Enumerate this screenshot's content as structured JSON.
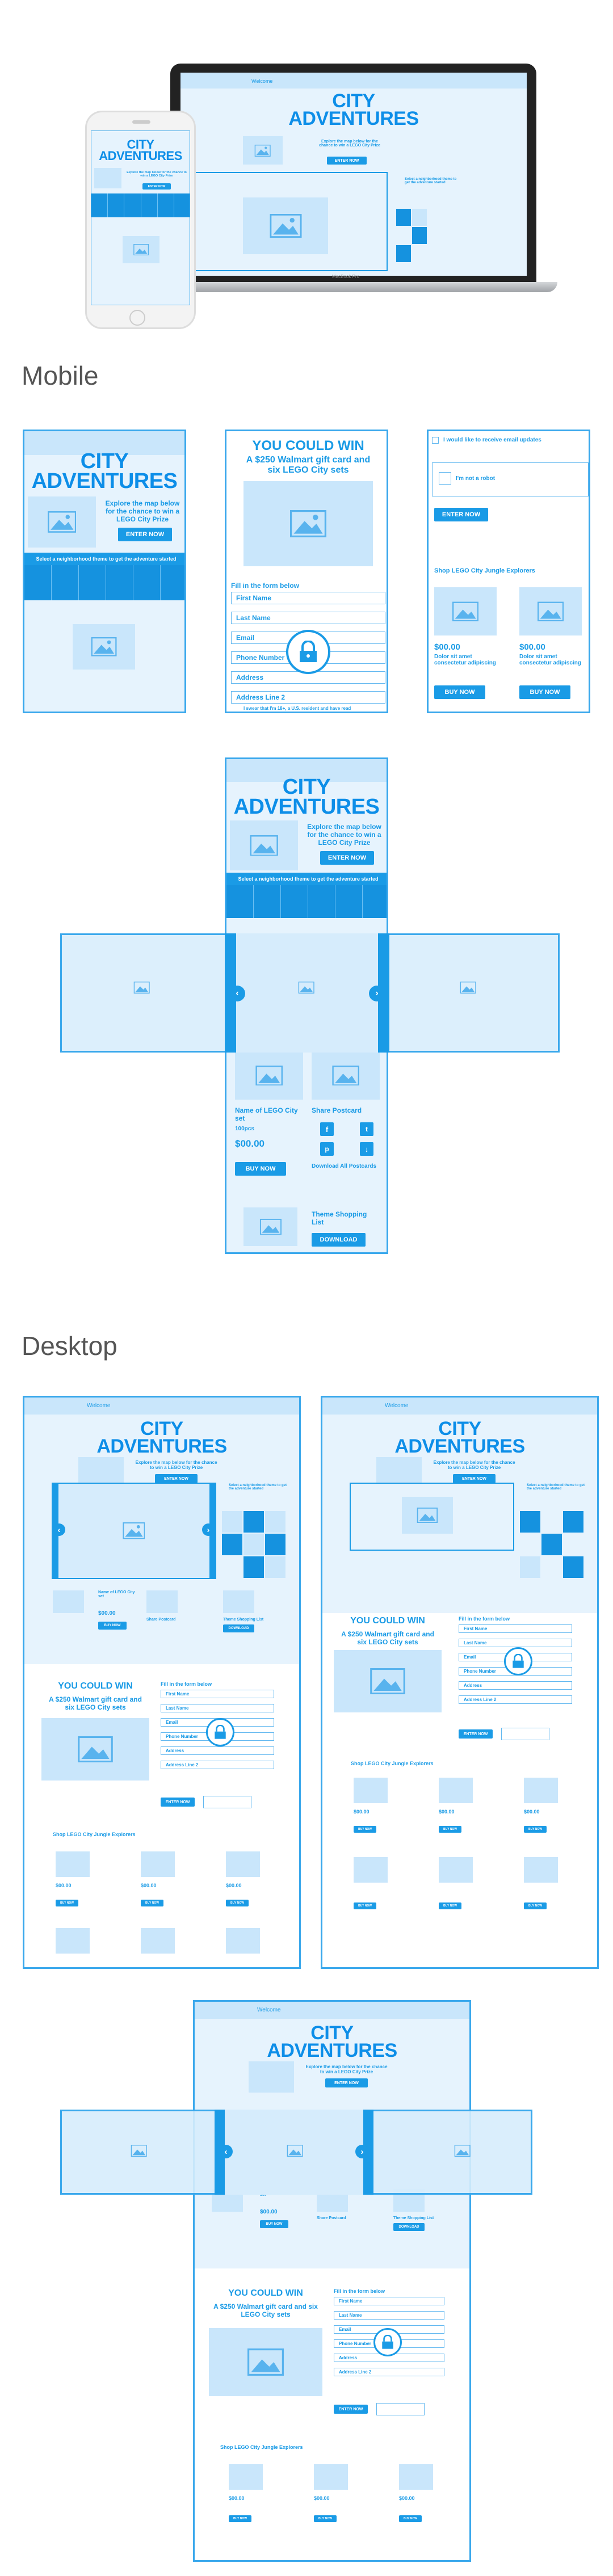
{
  "sections": {
    "mobile": "Mobile",
    "desktop": "Desktop"
  },
  "hero": {
    "title_line1": "CITY",
    "title_line2": "ADVENTURES",
    "tagline": "Explore the map below for the chance to win a LEGO City Prize",
    "enter": "ENTER NOW",
    "strip_label": "Select a neighborhood theme to get the adventure started",
    "nav_label": "Welcome"
  },
  "laptop_brand": "MacBook Pro",
  "contest": {
    "heading": "YOU COULD WIN",
    "prize": "A $250 Walmart gift card and six LEGO City sets",
    "form_title": "Fill in the form below",
    "fields": [
      "First Name",
      "Last Name",
      "Email",
      "Phone Number",
      "Address",
      "Address Line 2"
    ],
    "resident": "I swear that I'm 18+, a U.S. resident and have read",
    "email_opt": "I would like to receive email updates",
    "robot": "I'm not a robot"
  },
  "shop": {
    "title": "Shop LEGO City Jungle Explorers",
    "price": "$00.00",
    "desc": "Dolor sit amet consectetur adipiscing",
    "buy": "BUY NOW"
  },
  "detail": {
    "set_name": "Name of LEGO City set",
    "pieces": "100pcs",
    "price": "$00.00",
    "buy": "BUY NOW",
    "share": "Share Postcard",
    "download_all": "Download All Postcards",
    "theme_list": "Theme Shopping List",
    "download": "DOWNLOAD"
  },
  "colors": {
    "accent": "#1a9be6",
    "light": "#e6f3fd",
    "placeholder": "#c9e6fb"
  }
}
